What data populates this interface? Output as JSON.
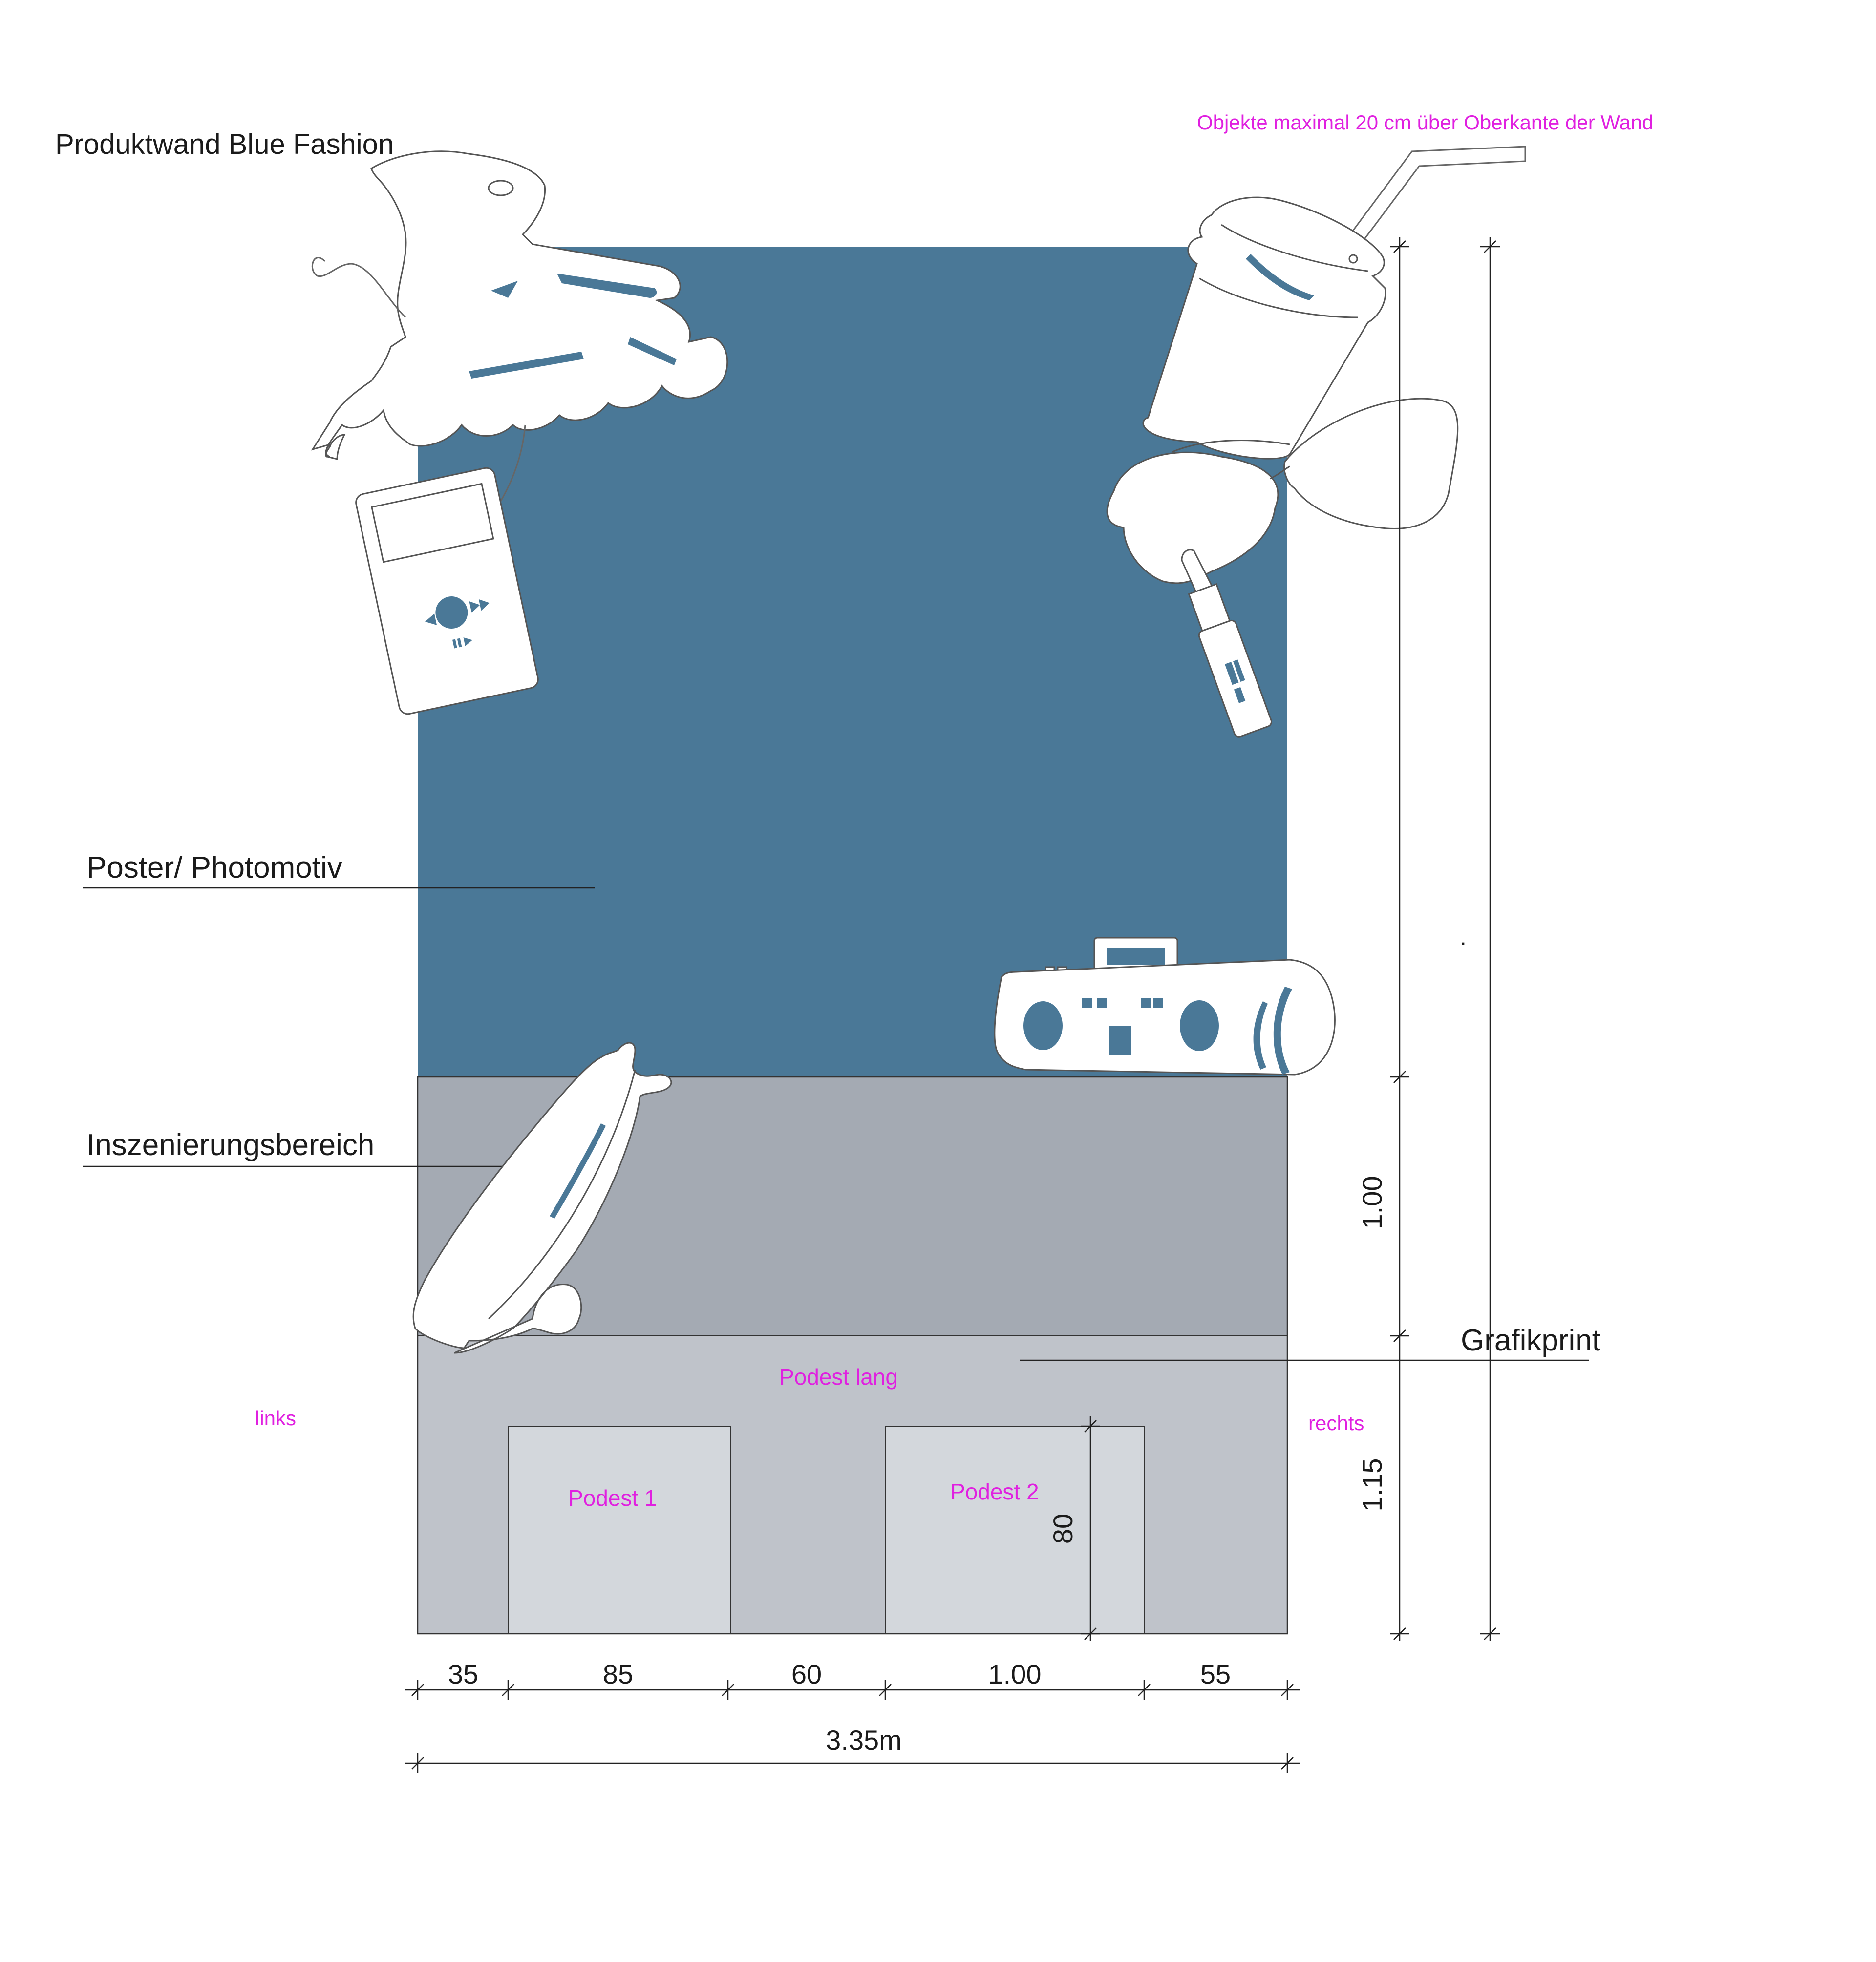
{
  "title": "Produktwand Blue Fashion",
  "note_top": "Objekte maximal 20 cm über Oberkante der Wand",
  "labels": {
    "poster": "Poster/ Photomotiv",
    "staging": "Inszenierungsbereich",
    "graphic": "Grafikprint",
    "left": "links",
    "right": "rechts",
    "podest_long": "Podest lang",
    "podest_1": "Podest 1",
    "podest_2": "Podest 2",
    "dot": "."
  },
  "dimensions": {
    "horizontal": [
      "35",
      "85",
      "60",
      "1.00",
      "55"
    ],
    "total": "3.35m",
    "vertical_upper": "1.00",
    "vertical_lower": "1.15",
    "podest_height": "80"
  },
  "colors": {
    "poster": "#4a7897",
    "staging": "#a4aab3",
    "base": "#bfc3ca",
    "podest": "#d3d7dc",
    "annotation": "#e020e0"
  },
  "icons": [
    "inline-skate-icon",
    "mp3-player-icon",
    "coffee-cup-icon",
    "sunglasses-icon",
    "lipstick-icon",
    "boombox-icon",
    "skateboard-icon"
  ]
}
